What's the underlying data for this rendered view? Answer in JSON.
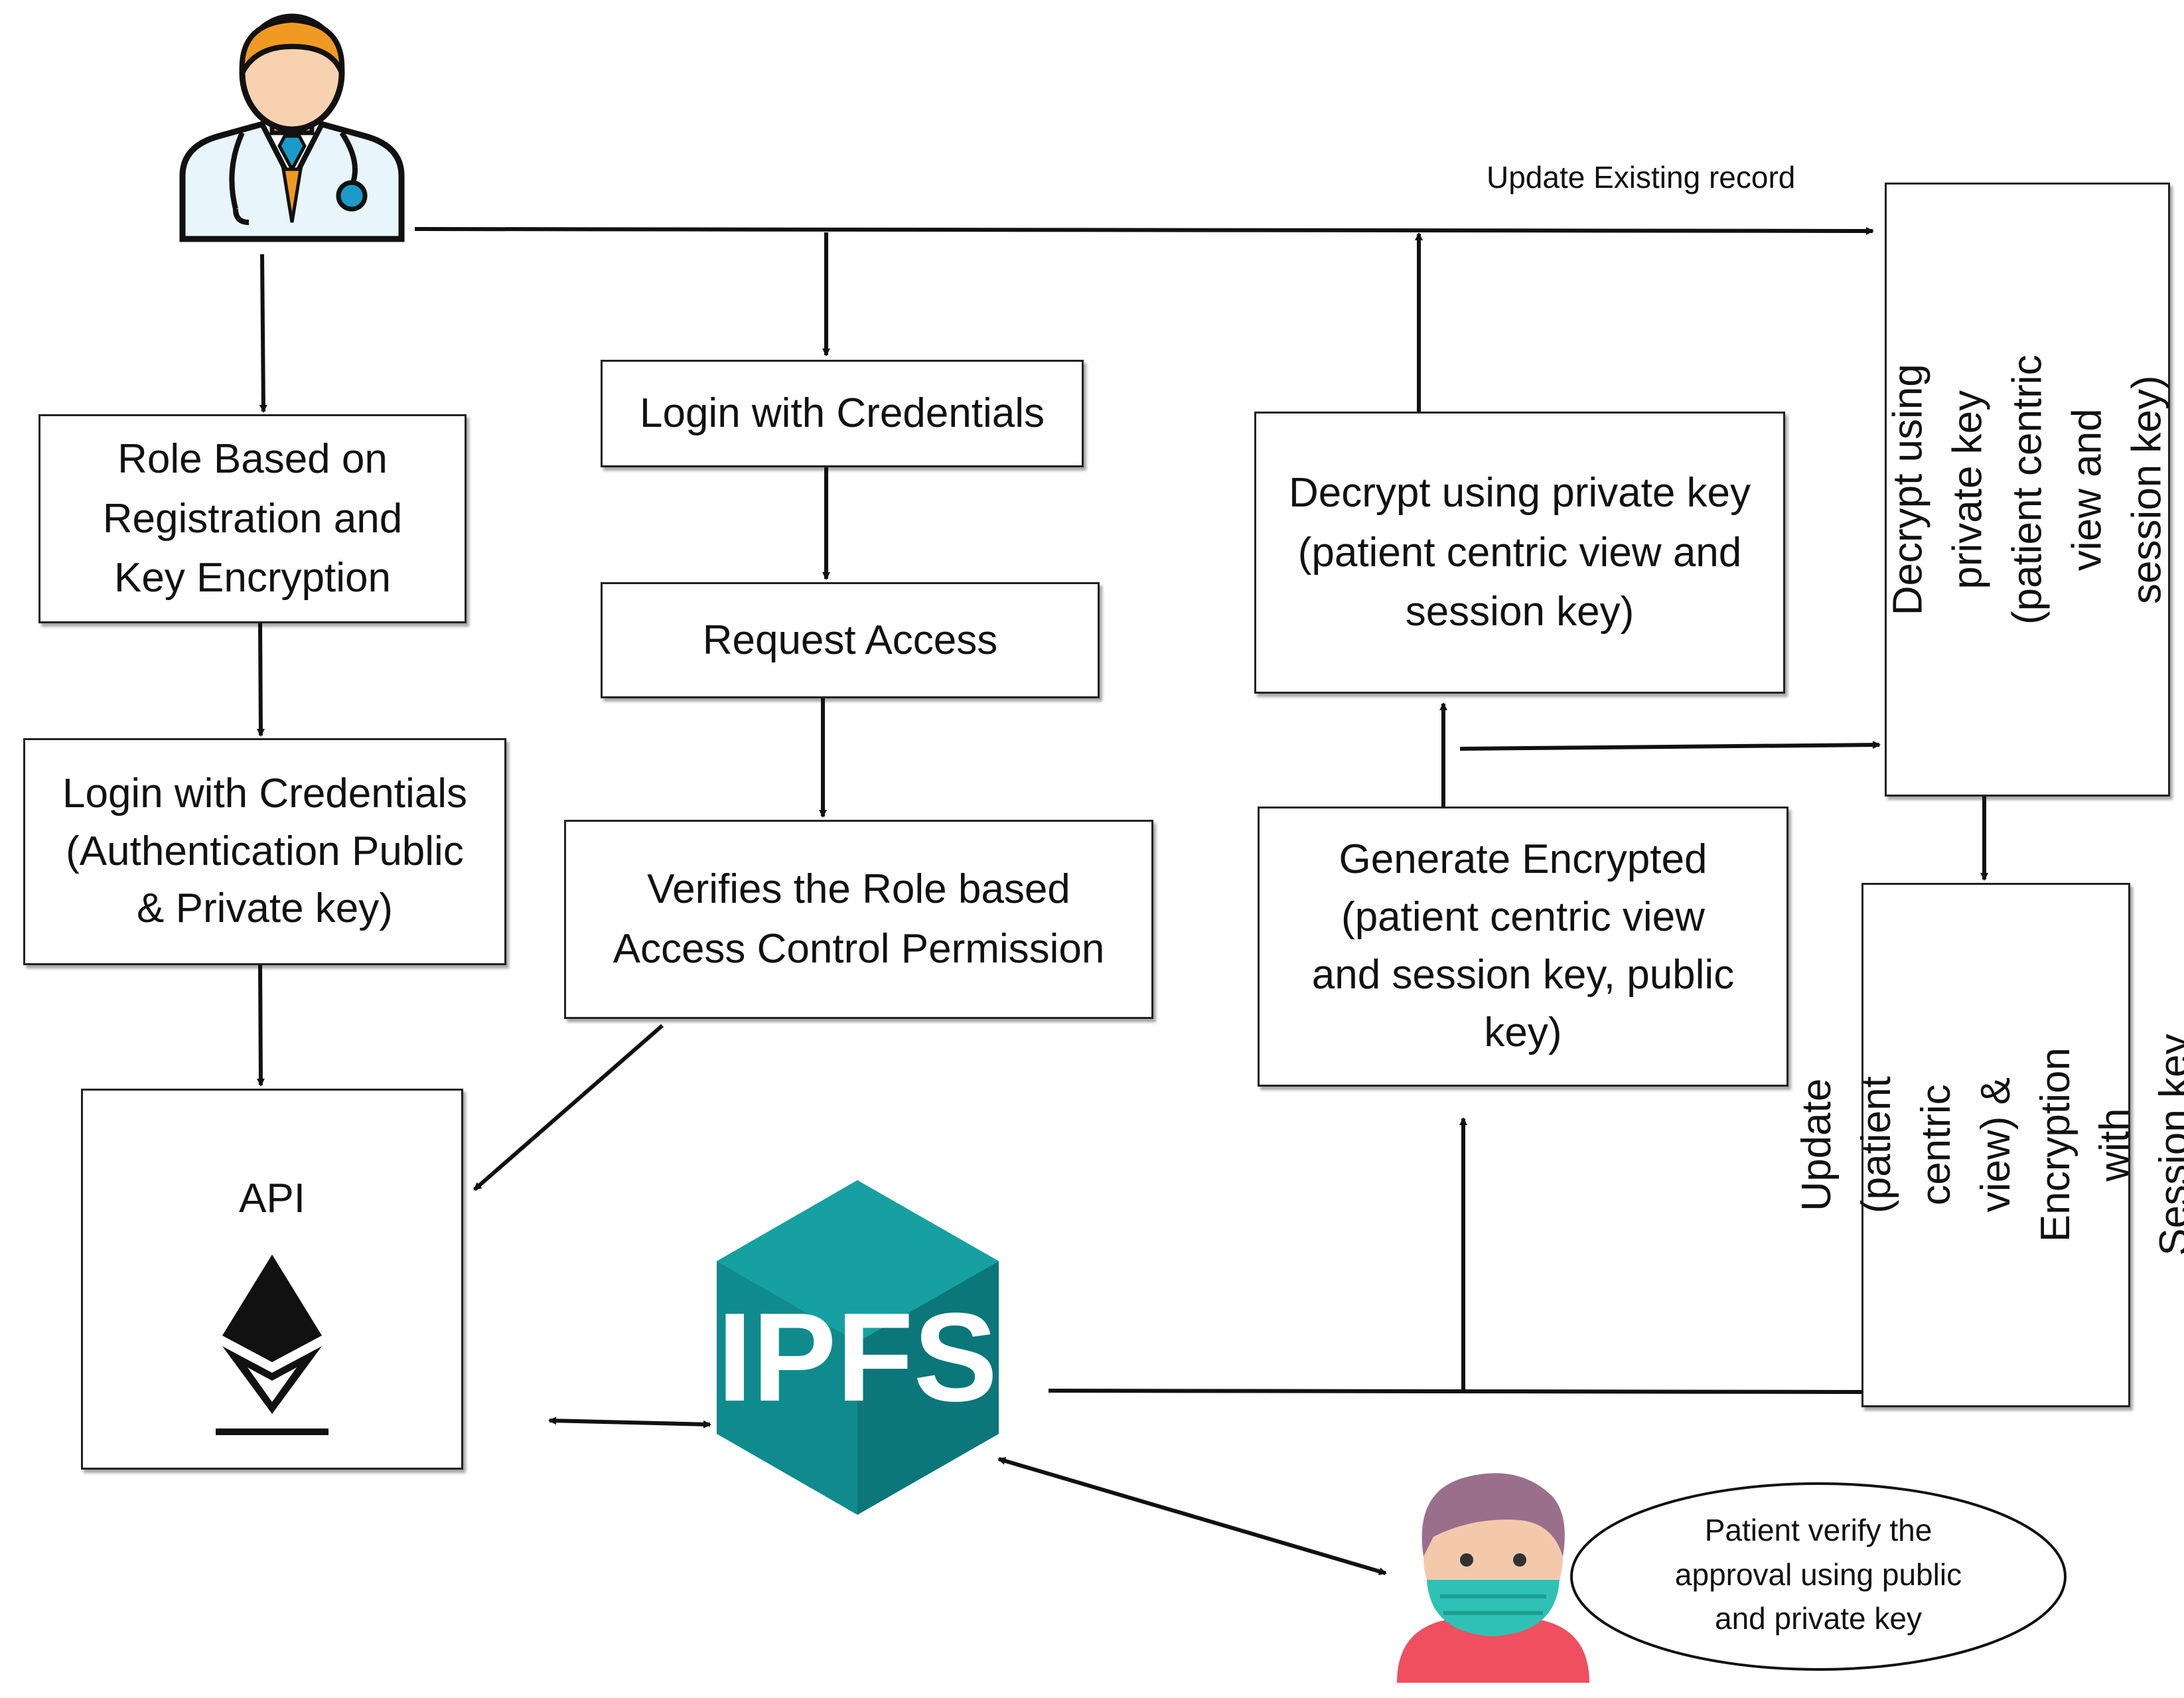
{
  "nodes": {
    "role_registration": "Role Based on\nRegistration and\nKey Encryption",
    "login_auth": "Login with Credentials\n(Authentication Public\n& Private key)",
    "api": "API",
    "login": "Login with Credentials",
    "request_access": "Request Access",
    "verify_role": "Verifies the Role based\nAccess Control Permission",
    "decrypt_mid": "Decrypt using private key\n(patient centric view and\nsession key)",
    "generate_encrypted": "Generate Encrypted\n(patient centric view\nand session key, public\nkey)",
    "decrypt_right": "Decrypt using private key\n(patient centric view and\nsession key)",
    "update_right": "Update  (patient centric\nview) & Encryption with\nSession key",
    "ipfs": "IPFS",
    "patient_note": "Patient verify the\napproval using public\nand private key"
  },
  "edge_labels": {
    "update_existing": "Update Existing record"
  },
  "icons": [
    "doctor-icon",
    "ethereum-icon",
    "ipfs-logo",
    "patient-masked-icon"
  ],
  "colors": {
    "ipfs_teal": "#0f8b8d",
    "ipfs_dark": "#0b6f72",
    "line": "#111111"
  }
}
